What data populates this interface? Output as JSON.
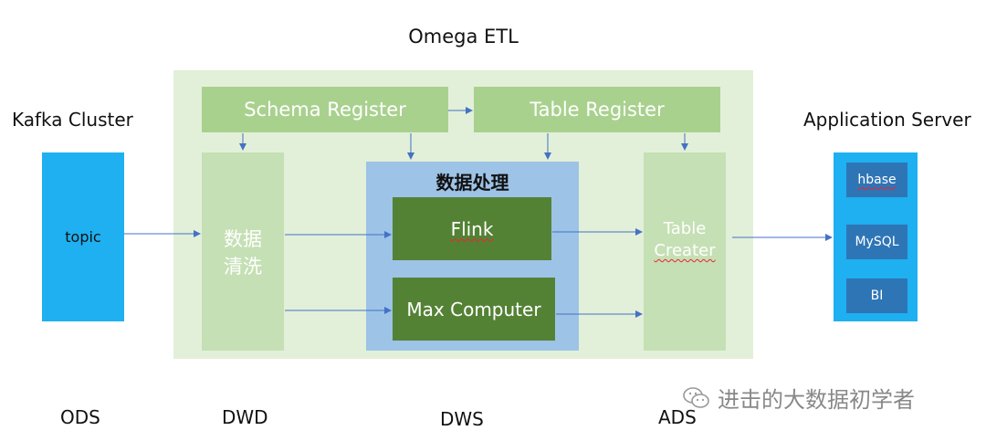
{
  "title": "Omega ETL",
  "left_system": {
    "label": "Kafka Cluster",
    "box": "topic"
  },
  "right_system": {
    "label": "Application Server",
    "items": [
      "hbase",
      "MySQL",
      "BI"
    ]
  },
  "registers": {
    "schema": "Schema Register",
    "table": "Table Register"
  },
  "cleaning": {
    "line1": "数据",
    "line2": "清洗"
  },
  "processing": {
    "title": "数据处理",
    "flink": "Flink",
    "max_computer": "Max Computer"
  },
  "table_creater": {
    "line1": "Table",
    "line2": "Creater"
  },
  "layers": [
    "ODS",
    "DWD",
    "DWS",
    "ADS"
  ],
  "watermark": "进击的大数据初学者",
  "icons": {
    "watermark": "wechat-icon"
  },
  "colors": {
    "etl_background": "#e2f0d9",
    "register": "#a9d18e",
    "column": "#c5e0b4",
    "processing": "#9dc3e6",
    "engine": "#548235",
    "system": "#1eb0f0",
    "app_item": "#2e75b6",
    "arrow": "#4472c4"
  }
}
